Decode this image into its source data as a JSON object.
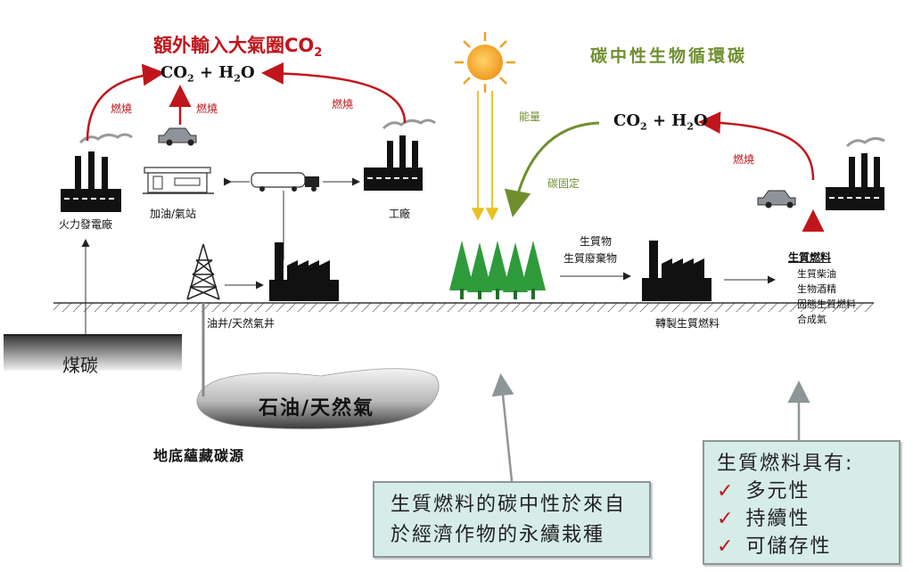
{
  "titles": {
    "left": "額外輸入大氣圈CO",
    "left_sub": "2",
    "right": "碳中性生物循環碳"
  },
  "formulas": {
    "left": {
      "co": "CO",
      "co_sub": "2",
      "plus": " + H",
      "h_sub": "2",
      "o": "O"
    },
    "right": {
      "co": "CO",
      "co_sub": "2",
      "plus": " + H",
      "h_sub": "2",
      "o": "O"
    }
  },
  "labels": {
    "burn1": "燃燒",
    "burn2": "燃燒",
    "burn3": "燃燒",
    "burn4": "燃燒",
    "power_plant": "火力發電廠",
    "gas_station": "加油/氣站",
    "factory": "工廠",
    "oil_well": "油井/天然氣井",
    "coal": "煤碳",
    "oil_gas": "石油/天然氣",
    "underground": "地底蘊藏碳源",
    "energy": "能量",
    "carbon_fix": "碳固定",
    "biomass1": "生質物",
    "biomass2": "生質廢棄物",
    "convert": "轉製生質燃料",
    "biofuel_title": "生質燃料",
    "biofuel_items": [
      "生質柴油",
      "生物酒精",
      "固態生質燃料",
      "合成氣"
    ]
  },
  "note_box": {
    "lines": [
      "生質燃料的碳中性於來自",
      "於經濟作物的永續栽種"
    ]
  },
  "property_box": {
    "title": "生質燃料具有:",
    "check": "✓",
    "items": [
      "多元性",
      "持續性",
      "可儲存性"
    ]
  },
  "colors": {
    "red": "#c0161b",
    "green": "#6f8f2f",
    "tree": "#2e9b3a",
    "box_fill": "#d6ece8",
    "sun": "#f0a020"
  }
}
